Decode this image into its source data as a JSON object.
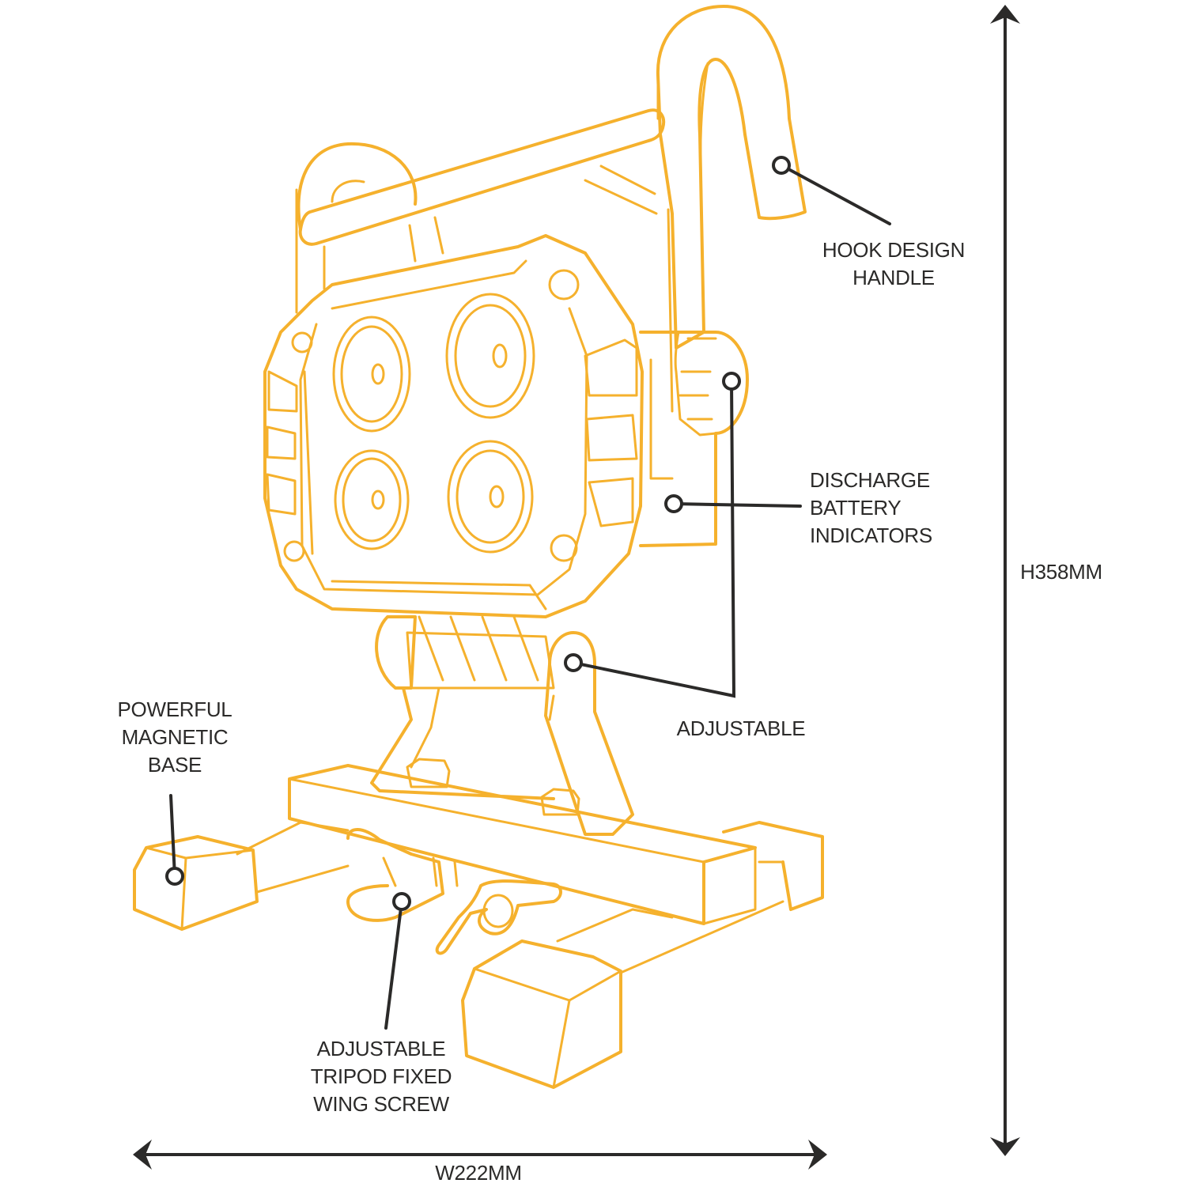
{
  "colors": {
    "outline": "#f5b12d",
    "leader": "#2b2a29",
    "background": "#ffffff"
  },
  "labels": {
    "hook_handle": [
      "HOOK DESIGN",
      "HANDLE"
    ],
    "battery_indicators": [
      "DISCHARGE",
      "BATTERY",
      "INDICATORS"
    ],
    "adjustable": [
      "ADJUSTABLE"
    ],
    "magnetic_base": [
      "POWERFUL",
      "MAGNETIC",
      "BASE"
    ],
    "wing_screw": [
      "ADJUSTABLE",
      "TRIPOD FIXED",
      "WING SCREW"
    ]
  },
  "dimensions": {
    "height": "H358MM",
    "width": "W222MM"
  }
}
